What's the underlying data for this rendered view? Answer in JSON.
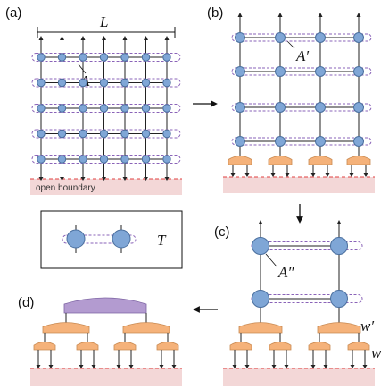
{
  "panels": {
    "a": {
      "label": "(a)",
      "dim_label": "L",
      "tensor_label": "A",
      "boundary_label": "open boundary"
    },
    "b": {
      "label": "(b)",
      "tensor_label": "A′"
    },
    "c": {
      "label": "(c)",
      "tensor_label": "A″",
      "w_prime_label": "w′",
      "w_label": "w"
    },
    "d": {
      "label": "(d)"
    },
    "legend": {
      "label": "T"
    }
  },
  "colors": {
    "node": "#7fa6d6",
    "node_stroke": "#4a6f9e",
    "bond": "#222222",
    "loop": "#8a63b8",
    "isometry": "#f5b27a",
    "isometry_stroke": "#c98a52",
    "top_tensor": "#b39bd0",
    "boundary": "#f3d7d7",
    "boundary_line": "#e04040"
  }
}
